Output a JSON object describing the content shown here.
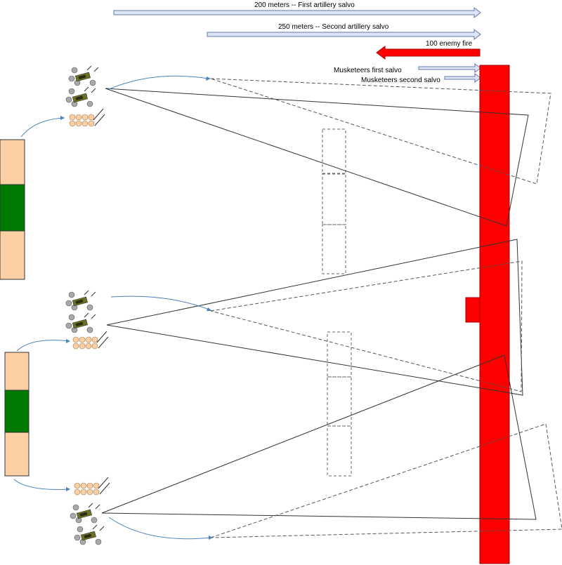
{
  "labels": {
    "first_salvo": "200 meters  -- First artillery salvo",
    "second_salvo": "250 meters  -- Second artillery salvo",
    "enemy_fire": "100   enemy fire",
    "musket_first": "Musketeers first salvo",
    "musket_second": "Musketeers second salvo"
  },
  "colors": {
    "enemy": "#ff0000",
    "reserve_light": "#fcd0a4",
    "reserve_dark": "#007a00",
    "arrow_fill": "#dde6f7",
    "arrow_stroke": "#6677aa",
    "curve": "#4f81bd",
    "gun": "#6b7024",
    "ball": "#a9a9a9",
    "musketeer": "#fcd0a4"
  },
  "icons": {
    "artillery": "cannon-icon",
    "infantry": "musketeer-icon",
    "enemy_fire": "red-arrow-icon"
  }
}
